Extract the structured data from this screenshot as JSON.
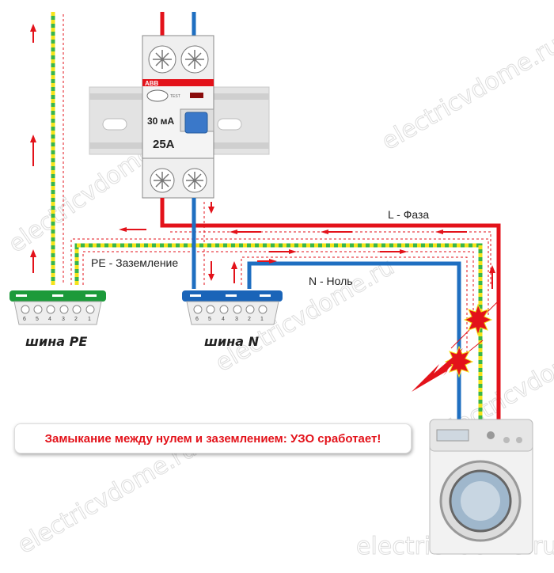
{
  "device": {
    "brand": "ABB",
    "test_label": "TEST",
    "rating_ma": "30 мА",
    "rating_a": "25A"
  },
  "labels": {
    "phase": "L - Фаза",
    "pe": "PE - Заземление",
    "neutral": "N - Ноль"
  },
  "buses": {
    "pe": "шина PE",
    "n": "шина N",
    "terminal_numbers": [
      "6",
      "5",
      "4",
      "3",
      "2",
      "1"
    ]
  },
  "message": "Замыкание между нулем и заземлением: УЗО сработает!",
  "watermark": "electricvdome.ru",
  "colors": {
    "phase": "#e3121a",
    "neutral": "#1f6fc1",
    "pe_green": "#39b54a",
    "pe_yellow": "#f5e31a",
    "bus_pe": "#1c9a3a",
    "bus_n": "#1a64b8"
  }
}
